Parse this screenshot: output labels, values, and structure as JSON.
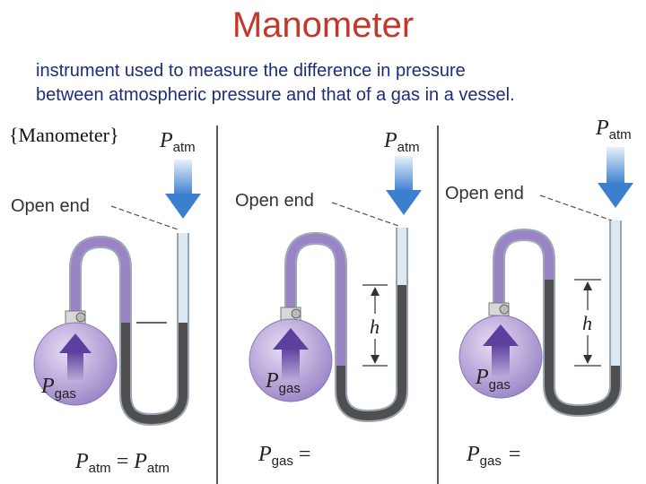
{
  "title": "Manometer",
  "subtitle_line1": "instrument used to measure the difference in pressure",
  "subtitle_line2": "between atmospheric pressure and that of a gas in a vessel.",
  "caption": "{Manometer}",
  "panels": [
    {
      "open_end_label": "Open end",
      "p_symbol": "P",
      "atm_sub": "atm",
      "gas_sub": "gas",
      "h_label": "",
      "equation": {
        "lhs_sub": "atm",
        "op": "=",
        "rhs_sub": "atm"
      }
    },
    {
      "open_end_label": "Open end",
      "p_symbol": "P",
      "atm_sub": "atm",
      "gas_sub": "gas",
      "h_label": "h",
      "equation": {
        "lhs_sub": "gas",
        "op": "=",
        "rhs_sub": ""
      }
    },
    {
      "open_end_label": "Open end",
      "p_symbol": "P",
      "atm_sub": "atm",
      "gas_sub": "gas",
      "h_label": "h",
      "equation": {
        "lhs_sub": "gas",
        "op": "=",
        "rhs_sub": ""
      }
    }
  ],
  "colors": {
    "title": "#c0392b",
    "subtitle": "#1f2d7a",
    "arrow_blue": "#4a8fd4",
    "gas_purple": "#9a84c6",
    "mercury": "#555555",
    "tube_glass": "#cfe0ec"
  }
}
